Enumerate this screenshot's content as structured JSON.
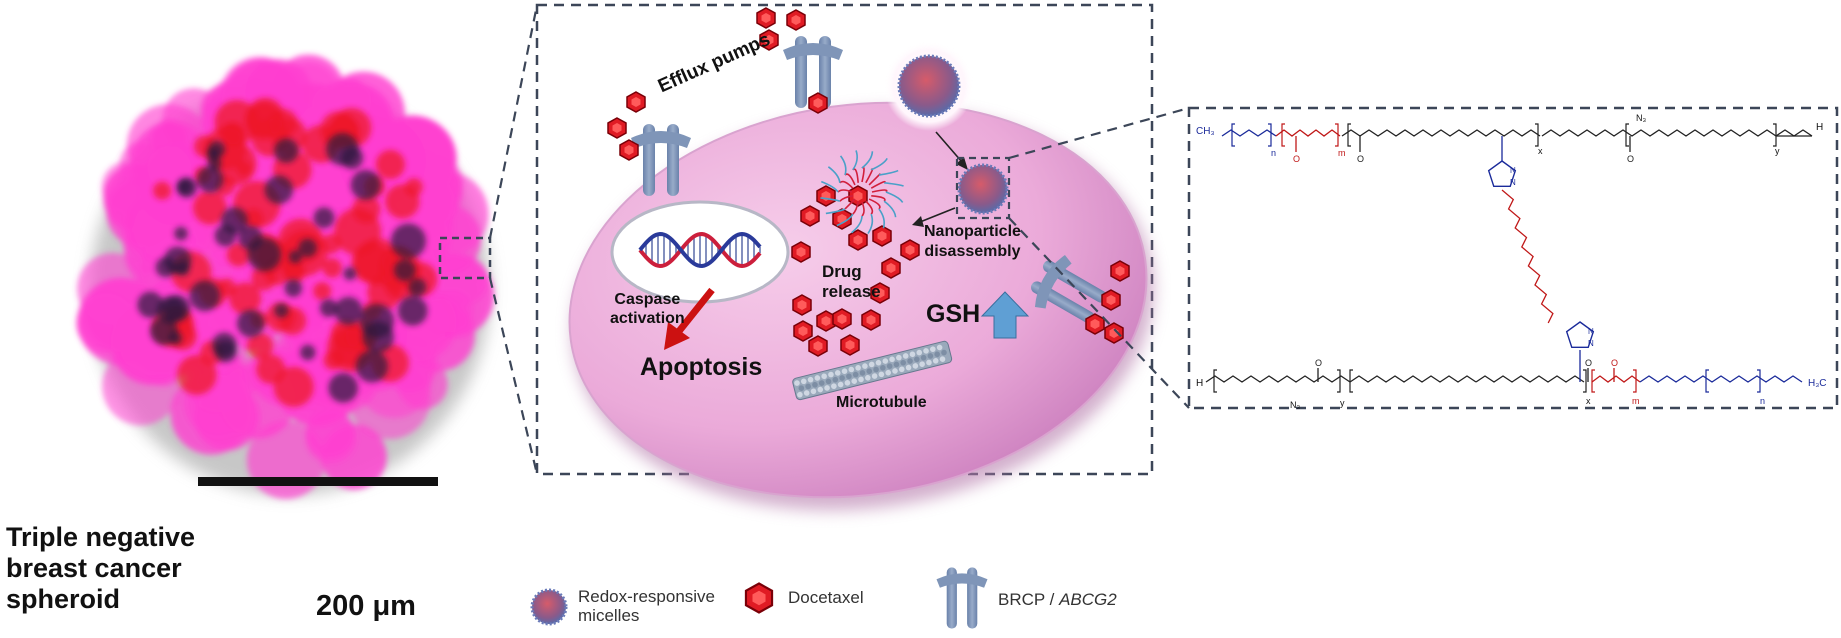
{
  "spheroid": {
    "caption": "Triple negative\nbreast cancer\nspheroid",
    "scale_bar_label": "200 μm"
  },
  "cell": {
    "efflux_label": "Efflux pumps",
    "caspase_label": "Caspase\nactivation",
    "apoptosis_label": "Apoptosis",
    "drug_release_label": "Drug\nrelease",
    "disassembly_label": "Nanoparticle\ndisassembly",
    "gsh_label": "GSH",
    "microtubule_label": "Microtubule"
  },
  "legend": {
    "micelles": "Redox-responsive\nmicelles",
    "docetaxel": "Docetaxel",
    "brcp_prefix": "BRCP / ",
    "brcp_gene": "ABCG2"
  },
  "chemistry": {
    "ch3_left": "CH₃",
    "ch3_right": "H₃C",
    "n_left": "n",
    "m_left": "m",
    "x_top": "x",
    "y_top": "y",
    "n3_top": "N₃",
    "h_top": "H",
    "h_bottom": "H",
    "n3_bottom": "N₃",
    "y_bottom": "y",
    "x_bottom": "x",
    "m_bottom": "m",
    "n_bottom": "n"
  },
  "colors": {
    "pink": "#ff3fd0",
    "red": "#ee1a2a",
    "cell": "#f0b6e0",
    "pump": "#7f95b8",
    "dashed": "#3c4658",
    "arrow_red": "#cc1111",
    "arrow_blue": "#5f9fd4",
    "chem_blue": "#1a2a9a",
    "chem_red": "#c01818"
  }
}
